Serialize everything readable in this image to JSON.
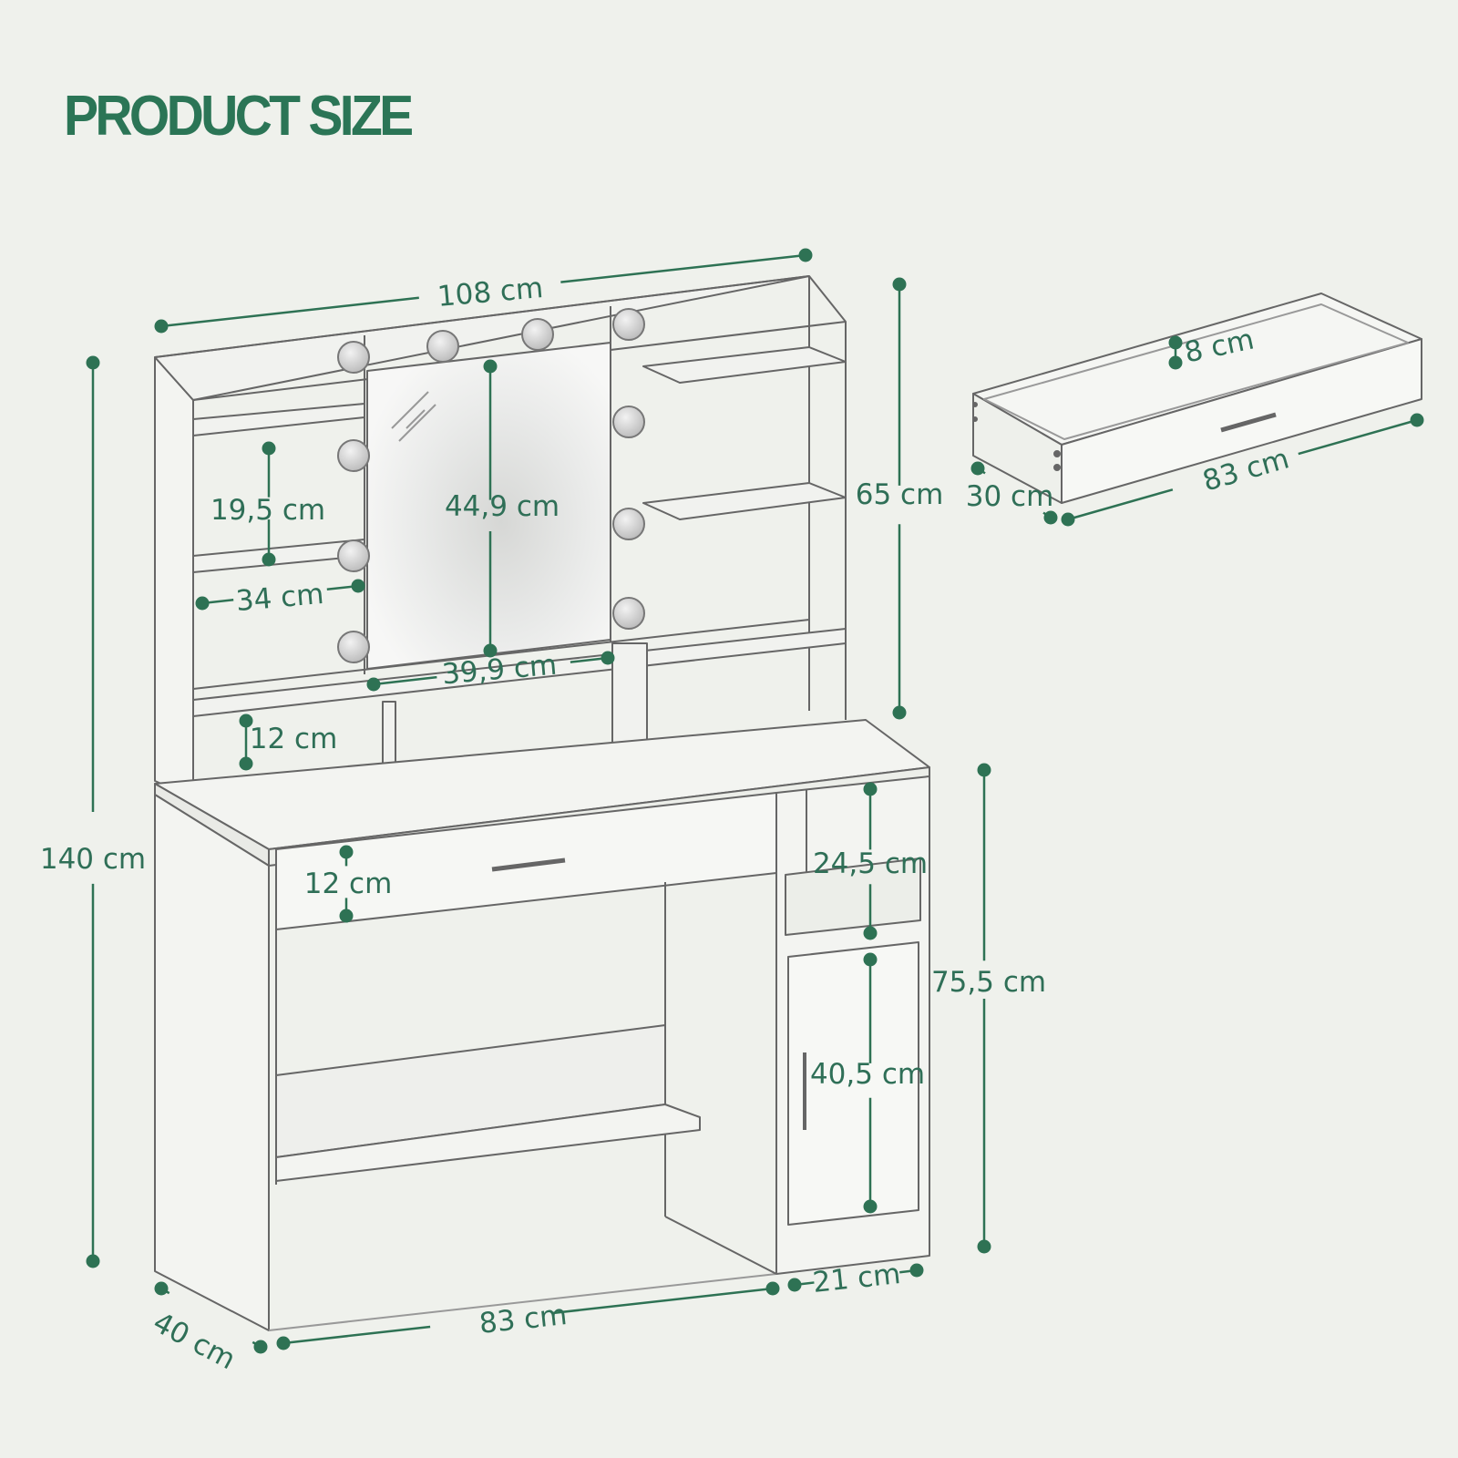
{
  "title": "PRODUCT SIZE",
  "colors": {
    "accent": "#2b7556",
    "line": "#6b6b6b",
    "background": "#eff1ec"
  },
  "dimensions": {
    "total_width": "108 cm",
    "total_height": "140 cm",
    "hutch_height": "65 cm",
    "desk_height": "75,5 cm",
    "shelf_height": "19,5 cm",
    "shelf_width": "34 cm",
    "mirror_height": "44,9 cm",
    "mirror_width": "39,9 cm",
    "cubby_height": "12 cm",
    "drawer_front_height": "12 cm",
    "cabinet_open_height": "24,5 cm",
    "cabinet_door_height": "40,5 cm",
    "desk_width": "83 cm",
    "depth": "40 cm",
    "cabinet_width": "21 cm",
    "drawer_depth_cm": "8 cm",
    "drawer_width": "83 cm",
    "drawer_length": "30 cm"
  }
}
